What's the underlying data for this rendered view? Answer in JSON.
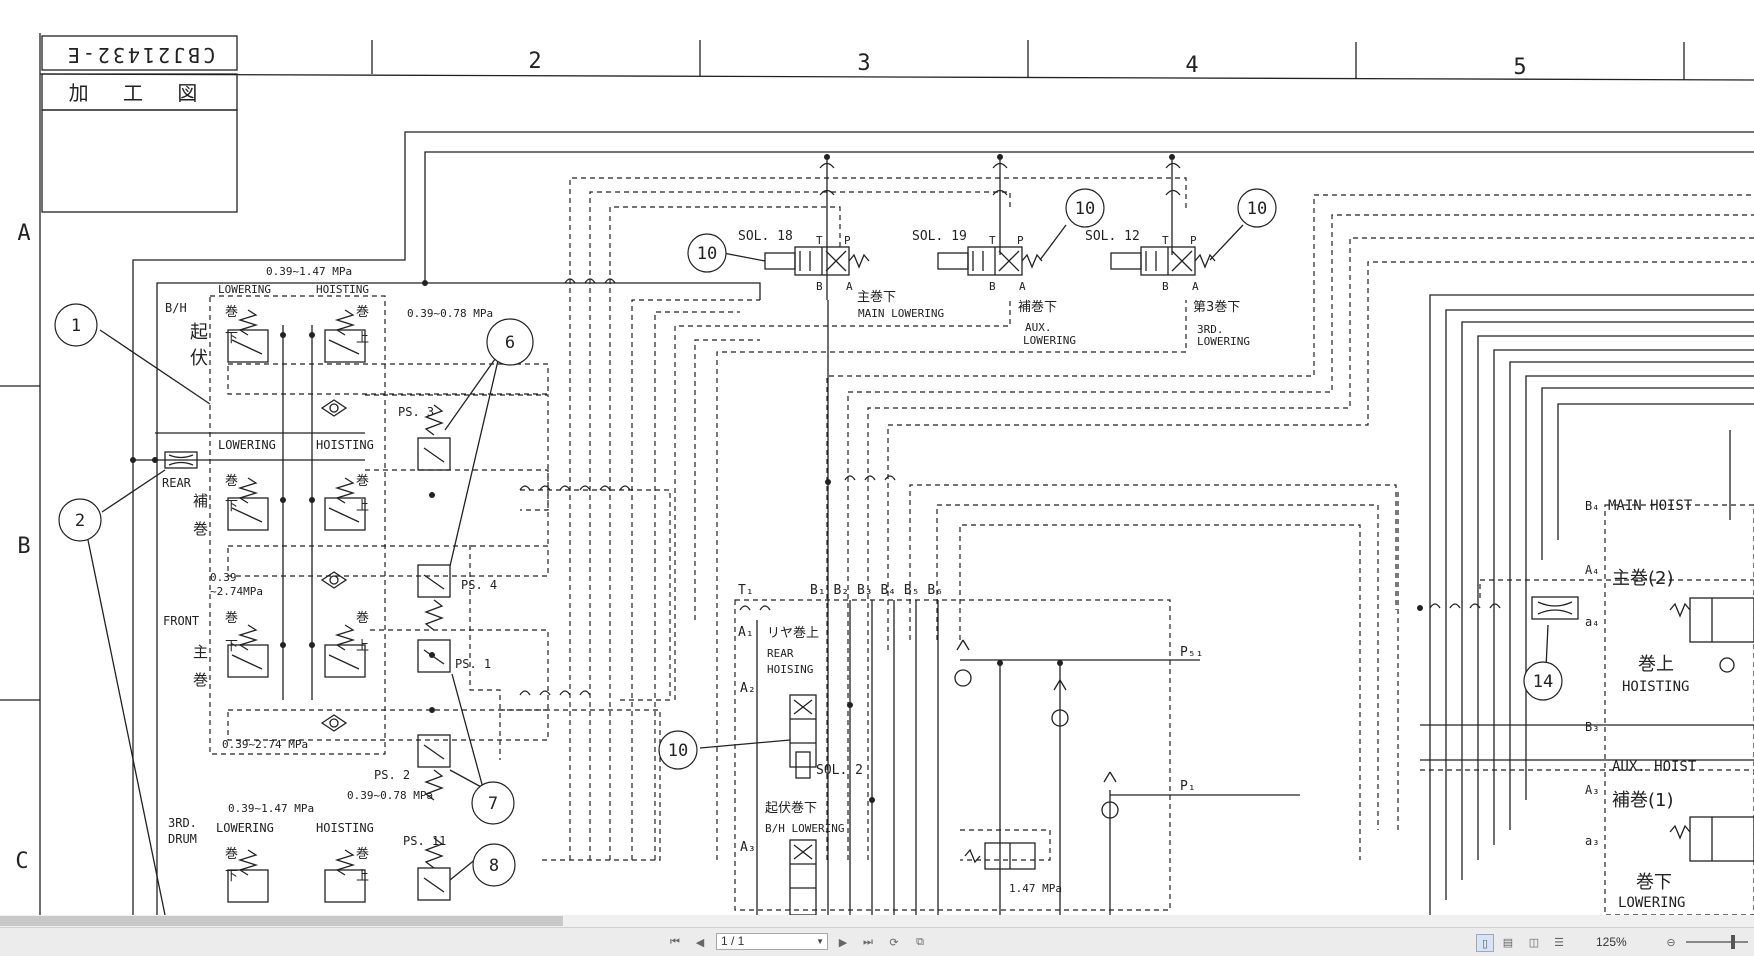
{
  "drawing": {
    "title_block_code": "CBJ21432-E",
    "title_block_label": "加 工 図",
    "column_numbers": [
      "2",
      "3",
      "4",
      "5"
    ],
    "row_letters": [
      "A",
      "B",
      "C"
    ],
    "callouts": [
      "1",
      "2",
      "6",
      "7",
      "8",
      "10",
      "10",
      "10",
      "10",
      "14"
    ],
    "labels": {
      "bh": "B/H",
      "bh_kanji_1": "起",
      "bh_kanji_2": "伏",
      "lowering": "LOWERING",
      "hoisting": "HOISTING",
      "lowering_2": "LOWERING",
      "hoisting_2": "HOISTING",
      "rear": "REAR",
      "rear_kanji_1": "補",
      "rear_kanji_2": "巻",
      "front": "FRONT",
      "front_kanji_1": "主",
      "front_kanji_2": "巻",
      "third_drum_1": "3RD.",
      "third_drum_2": "DRUM",
      "lowering_3": "LOWERING",
      "hoisting_3": "HOISTING",
      "maki": "巻",
      "kudari": "下",
      "nobori": "上",
      "p_039_147": "0.39~1.47 MPa",
      "p_039_078": "0.39~0.78 MPa",
      "p_039": "0.39",
      "p_274": "~2.74MPa",
      "p_039_274": "0.39~2.74 MPa",
      "p_039_078_b": "0.39~0.78 MPa",
      "p_039_147_b": "0.39~1.47 MPa",
      "p_147": "1.47 MPa",
      "ps3": "PS. 3",
      "ps4": "PS. 4",
      "ps1": "PS. 1",
      "ps2": "PS. 2",
      "ps11": "PS. 11",
      "sol18": "SOL. 18",
      "sol19": "SOL. 19",
      "sol12": "SOL. 12",
      "sol2": "SOL. 2",
      "main_lowering_jp": "主巻下",
      "main_lowering": "MAIN LOWERING",
      "aux_lowering_jp": "補巻下",
      "aux": "AUX.",
      "aux_lowering": "LOWERING",
      "third_lowering_jp": "第3巻下",
      "third": "3RD.",
      "third_lowering": "LOWERING",
      "rear_hoisting_jp": "リヤ巻上",
      "rear_hoisting_1": "REAR",
      "rear_hoisting_2": "HOISING",
      "bh_lowering_jp": "起伏巻下",
      "bh_lowering": "B/H LOWERING",
      "t1": "T₁",
      "b_ports": "B₁ B₂ B₃ B₄ B₅ B₆",
      "a1": "A₁",
      "a2": "A₂",
      "a3": "A₃",
      "ps1_port": "P₅₁",
      "p1_port": "P₁",
      "main_hoist": "MAIN HOIST",
      "b4": "B₄",
      "a4": "A₄",
      "main_2": "主巻(2)",
      "a4_small": "a₄",
      "hoisting_jp": "巻上",
      "hoisting_en": "HOISTING",
      "b3": "B₃",
      "aux_hoist": "AUX. HOIST",
      "a3_r": "A₃",
      "aux_1": "補巻(1)",
      "a3_small": "a₃",
      "lowering_jp": "巻下",
      "lowering_en": "LOWERING",
      "port_b": "B",
      "port_a": "A",
      "port_t": "T",
      "port_p": "P"
    }
  },
  "viewer": {
    "page_indicator": "1 / 1",
    "zoom": "125%",
    "icons": [
      "first-page-icon",
      "prev-page-icon",
      "next-page-icon",
      "last-page-icon",
      "rotate-icon",
      "fit-icon",
      "single-page-icon",
      "continuous-icon",
      "two-page-icon",
      "cover-icon",
      "zoom-out-icon"
    ]
  }
}
